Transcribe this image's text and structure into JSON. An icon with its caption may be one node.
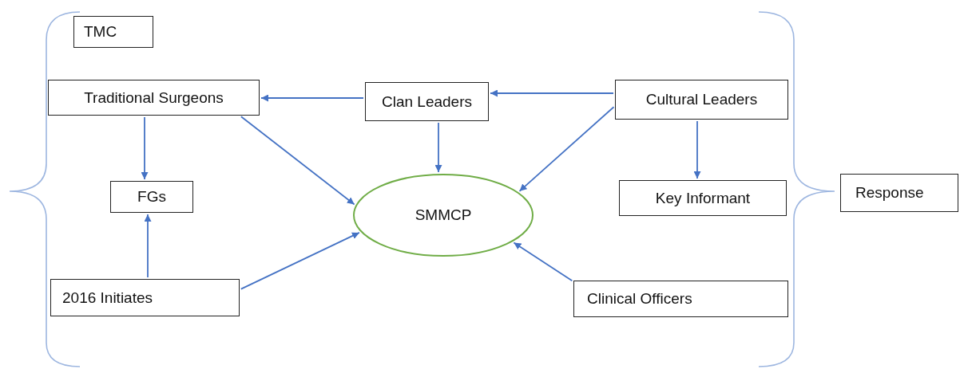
{
  "diagram": {
    "nodes": [
      {
        "text": [
          "TMC"
        ]
      },
      {
        "text": [
          "Traditional Surgeons"
        ]
      },
      {
        "text": [
          "Clan Leaders"
        ]
      },
      {
        "text": [
          "Cultural Leaders"
        ]
      },
      {
        "text": [
          "FGs"
        ]
      },
      {
        "text": [
          "SMMCP"
        ]
      },
      {
        "text": [
          "Key Informant"
        ]
      },
      {
        "text": [
          "2016 Initiates"
        ]
      },
      {
        "text": [
          "Clinical Officers"
        ]
      },
      {
        "text": [
          "Response"
        ]
      }
    ],
    "edges": [
      {
        "from": 2,
        "to": 1,
        "arrow": "to"
      },
      {
        "from": 3,
        "to": 2,
        "arrow": "to"
      },
      {
        "from": 1,
        "to": 4,
        "arrow": "to"
      },
      {
        "from": 7,
        "to": 4,
        "arrow": "to"
      },
      {
        "from": 1,
        "to": 5,
        "arrow": "to"
      },
      {
        "from": 2,
        "to": 5,
        "arrow": "to"
      },
      {
        "from": 3,
        "to": 5,
        "arrow": "to"
      },
      {
        "from": 3,
        "to": 6,
        "arrow": "to"
      },
      {
        "from": 7,
        "to": 5,
        "arrow": "to"
      },
      {
        "from": 8,
        "to": 5,
        "arrow": "to"
      }
    ]
  }
}
